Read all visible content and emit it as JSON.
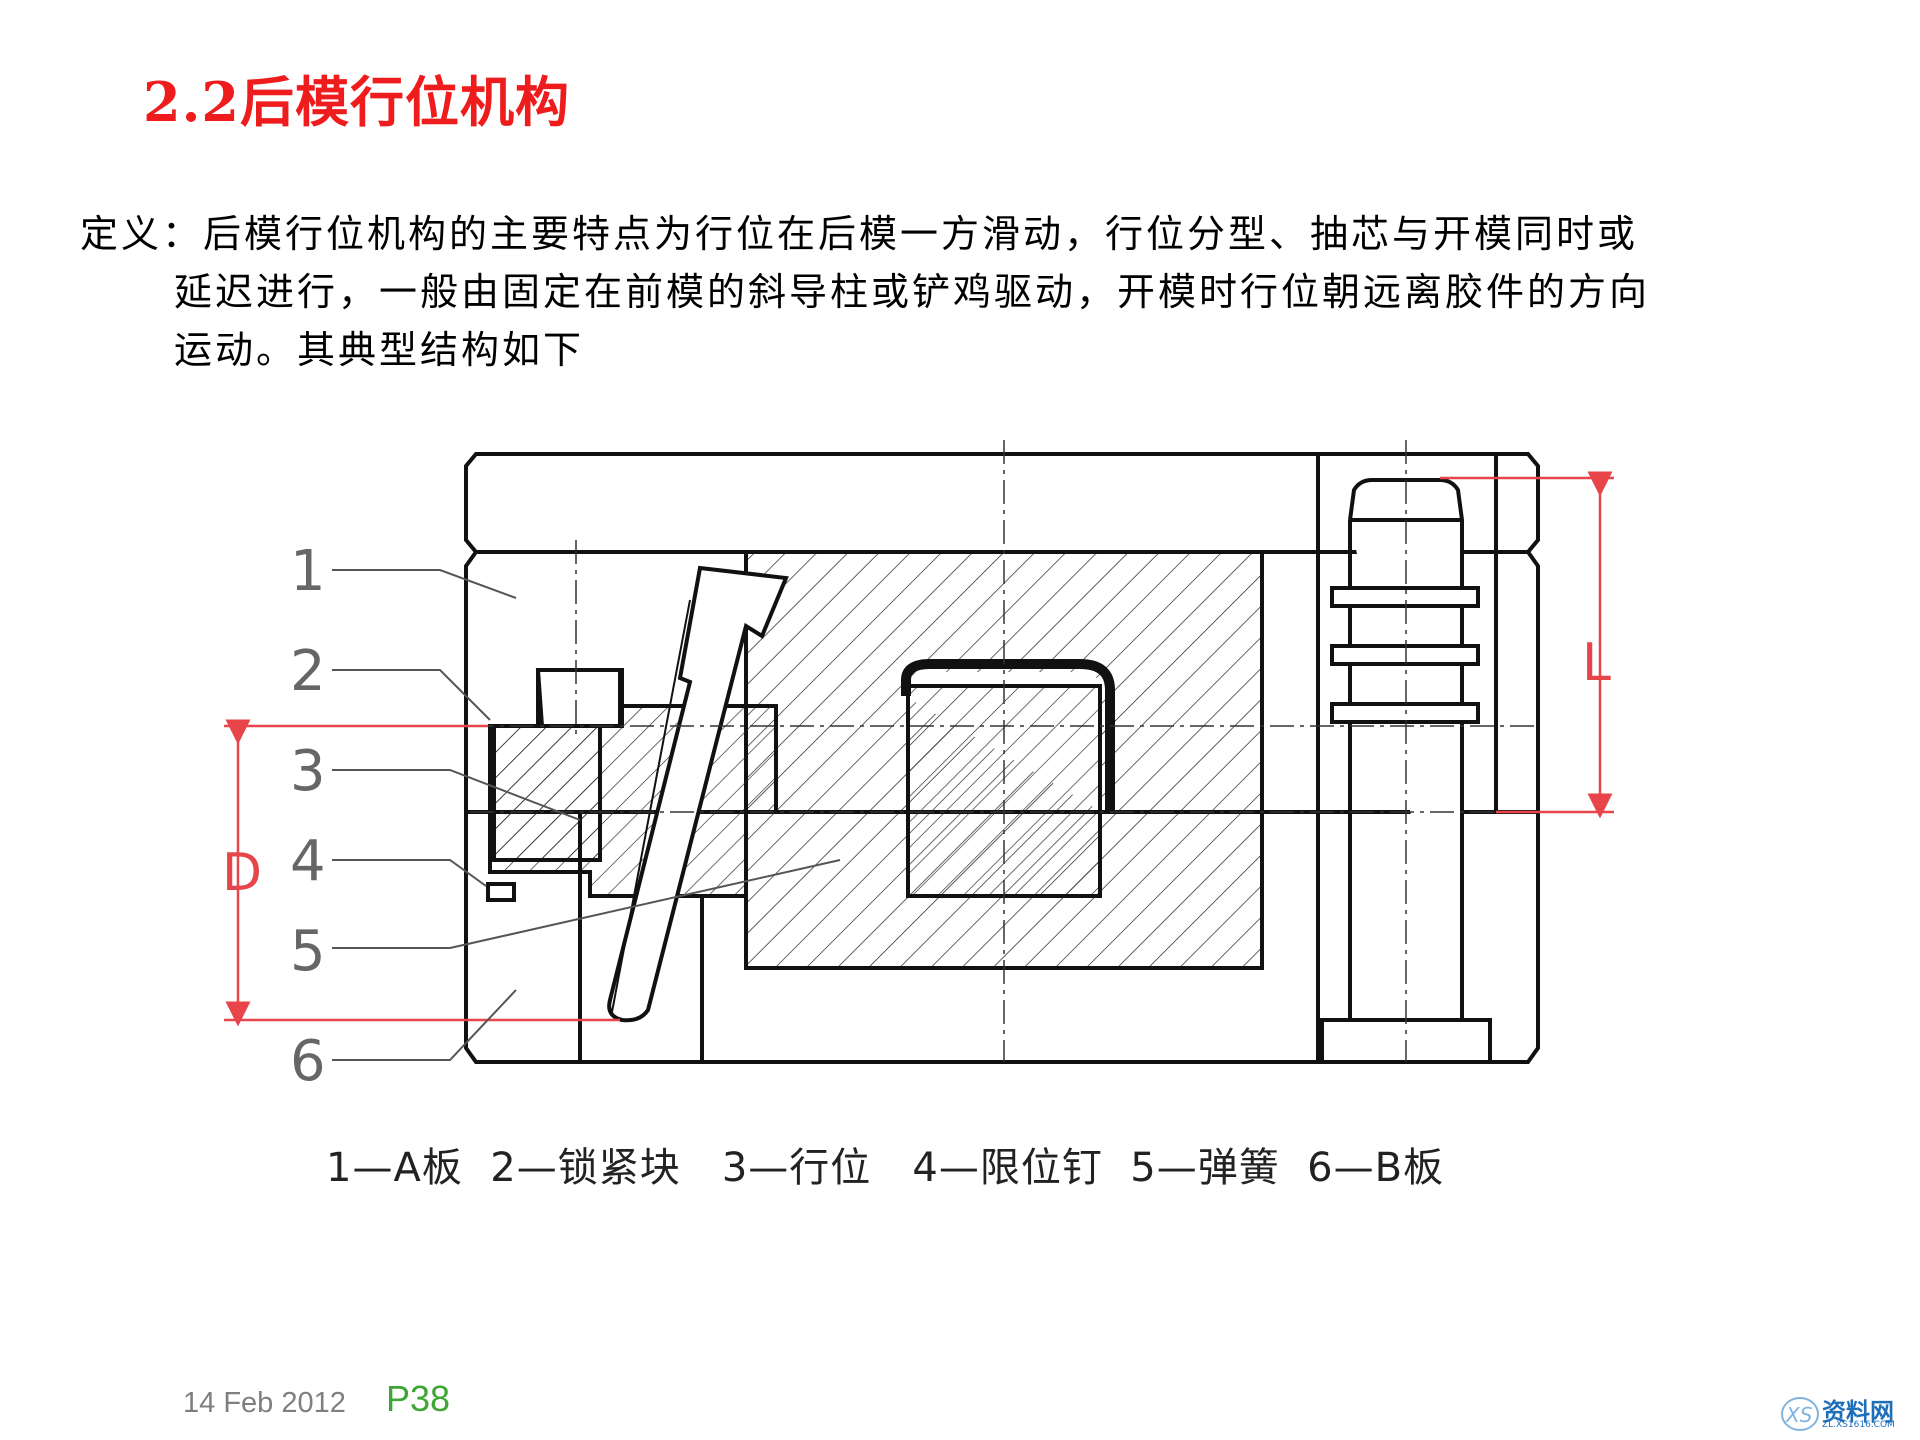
{
  "slide": {
    "title": "2.2后模行位机构",
    "definition": {
      "line1": "定义：后模行位机构的主要特点为行位在后模一方滑动，行位分型、抽芯与开模同时或",
      "line2": "延迟进行，一般由固定在前模的斜导柱或铲鸡驱动，开模时行位朝远离胶件的方向",
      "line3": "运动。其典型结构如下"
    }
  },
  "diagram": {
    "callouts": [
      "1",
      "2",
      "3",
      "4",
      "5",
      "6"
    ],
    "dim_L": "L",
    "dim_D": "D",
    "caption": "1—A板  2—锁紧块   3—行位   4—限位钉  5—弹簧  6—B板",
    "colors": {
      "dimension": "#e8454a",
      "line": "#111111",
      "leader": "#666666"
    }
  },
  "footer": {
    "date": "14 Feb 2012",
    "page": "P38"
  },
  "watermark": {
    "text": "资料网",
    "sub": "ZL.XS1616.COM"
  }
}
